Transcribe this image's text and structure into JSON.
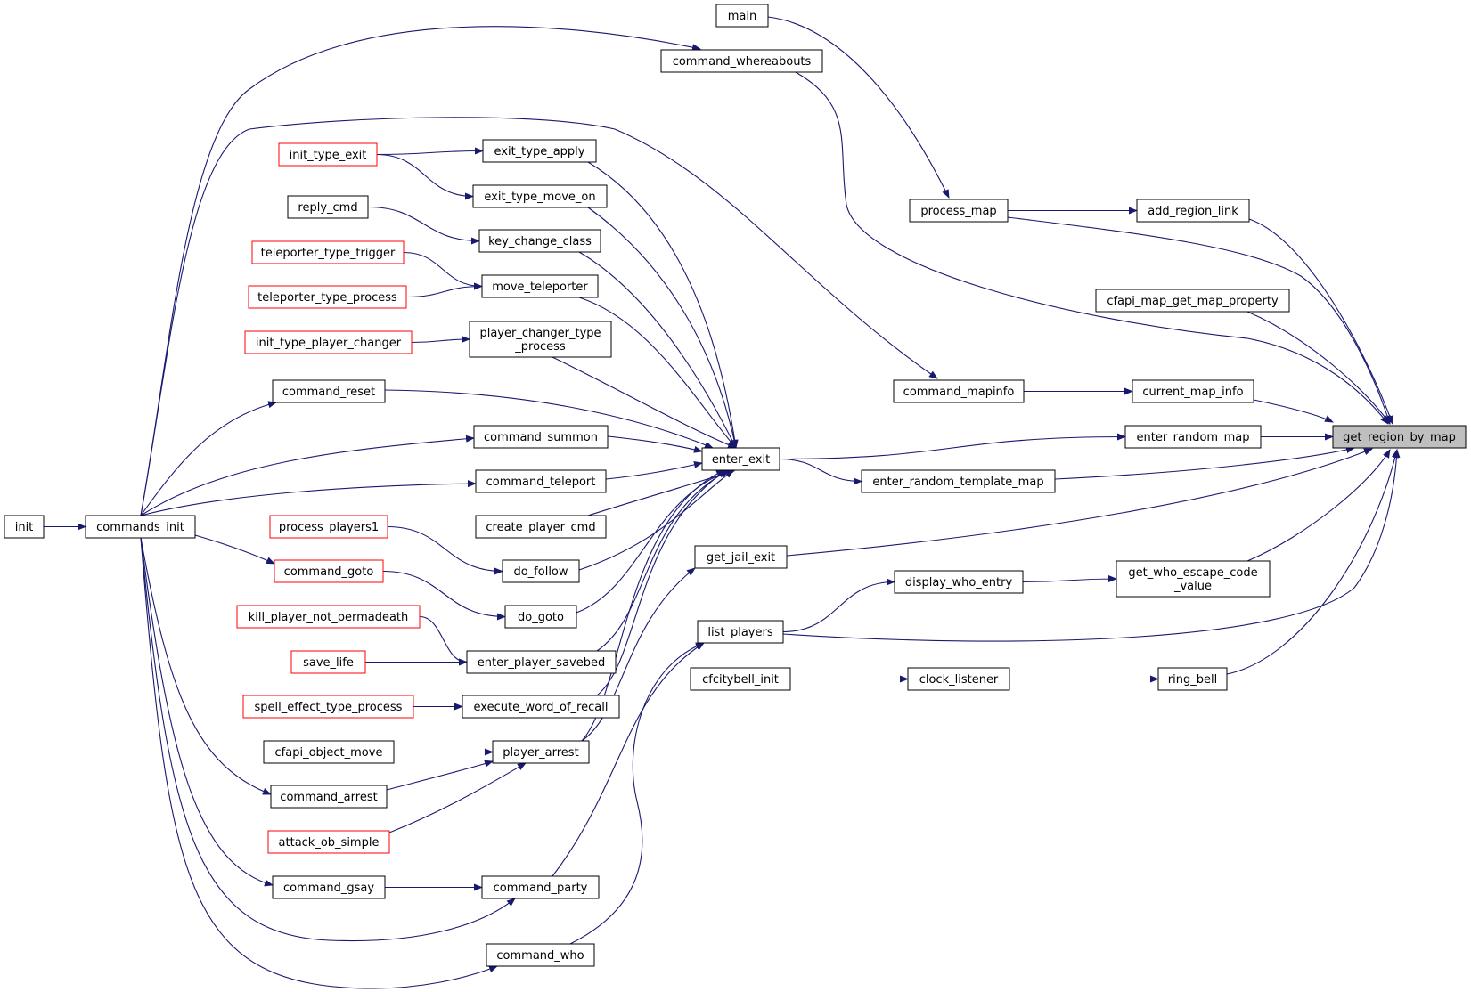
{
  "diagram": {
    "type": "caller-graph",
    "colors": {
      "edge": "#191970",
      "node_border": "#000000",
      "truncated_node_border": "#ff0000",
      "root_fill": "#bfbfbf"
    },
    "nodes": [
      {
        "id": "get_region_by_map",
        "label": "get_region_by_map",
        "style": "root"
      },
      {
        "id": "add_region_link",
        "label": "add_region_link",
        "style": "normal"
      },
      {
        "id": "cfapi_map_get_map_property",
        "label": "cfapi_map_get_map_property",
        "style": "normal"
      },
      {
        "id": "current_map_info",
        "label": "current_map_info",
        "style": "normal"
      },
      {
        "id": "enter_random_map",
        "label": "enter_random_map",
        "style": "normal"
      },
      {
        "id": "get_who_escape_code_value",
        "label": "get_who_escape_code\n_value",
        "style": "normal"
      },
      {
        "id": "ring_bell",
        "label": "ring_bell",
        "style": "normal"
      },
      {
        "id": "main",
        "label": "main",
        "style": "normal"
      },
      {
        "id": "command_whereabouts",
        "label": "command_whereabouts",
        "style": "normal"
      },
      {
        "id": "process_map",
        "label": "process_map",
        "style": "normal"
      },
      {
        "id": "command_mapinfo",
        "label": "command_mapinfo",
        "style": "normal"
      },
      {
        "id": "enter_random_template_map",
        "label": "enter_random_template_map",
        "style": "normal"
      },
      {
        "id": "display_who_entry",
        "label": "display_who_entry",
        "style": "normal"
      },
      {
        "id": "clock_listener",
        "label": "clock_listener",
        "style": "normal"
      },
      {
        "id": "enter_exit",
        "label": "enter_exit",
        "style": "normal"
      },
      {
        "id": "get_jail_exit",
        "label": "get_jail_exit",
        "style": "normal"
      },
      {
        "id": "list_players",
        "label": "list_players",
        "style": "normal"
      },
      {
        "id": "cfcitybell_init",
        "label": "cfcitybell_init",
        "style": "normal"
      },
      {
        "id": "exit_type_apply",
        "label": "exit_type_apply",
        "style": "normal"
      },
      {
        "id": "exit_type_move_on",
        "label": "exit_type_move_on",
        "style": "normal"
      },
      {
        "id": "key_change_class",
        "label": "key_change_class",
        "style": "normal"
      },
      {
        "id": "move_teleporter",
        "label": "move_teleporter",
        "style": "normal"
      },
      {
        "id": "player_changer_type_process",
        "label": "player_changer_type\n_process",
        "style": "normal"
      },
      {
        "id": "command_summon",
        "label": "command_summon",
        "style": "normal"
      },
      {
        "id": "command_teleport",
        "label": "command_teleport",
        "style": "normal"
      },
      {
        "id": "create_player_cmd",
        "label": "create_player_cmd",
        "style": "normal"
      },
      {
        "id": "do_follow",
        "label": "do_follow",
        "style": "normal"
      },
      {
        "id": "do_goto",
        "label": "do_goto",
        "style": "normal"
      },
      {
        "id": "enter_player_savebed",
        "label": "enter_player_savebed",
        "style": "normal"
      },
      {
        "id": "execute_word_of_recall",
        "label": "execute_word_of_recall",
        "style": "normal"
      },
      {
        "id": "player_arrest",
        "label": "player_arrest",
        "style": "normal"
      },
      {
        "id": "command_party",
        "label": "command_party",
        "style": "normal"
      },
      {
        "id": "command_who",
        "label": "command_who",
        "style": "normal"
      },
      {
        "id": "init_type_exit",
        "label": "init_type_exit",
        "style": "truncated"
      },
      {
        "id": "reply_cmd",
        "label": "reply_cmd",
        "style": "normal"
      },
      {
        "id": "teleporter_type_trigger",
        "label": "teleporter_type_trigger",
        "style": "truncated"
      },
      {
        "id": "teleporter_type_process",
        "label": "teleporter_type_process",
        "style": "truncated"
      },
      {
        "id": "init_type_player_changer",
        "label": "init_type_player_changer",
        "style": "truncated"
      },
      {
        "id": "command_reset",
        "label": "command_reset",
        "style": "normal"
      },
      {
        "id": "process_players1",
        "label": "process_players1",
        "style": "truncated"
      },
      {
        "id": "command_goto",
        "label": "command_goto",
        "style": "truncated"
      },
      {
        "id": "kill_player_not_permadeath",
        "label": "kill_player_not_permadeath",
        "style": "truncated"
      },
      {
        "id": "save_life",
        "label": "save_life",
        "style": "truncated"
      },
      {
        "id": "spell_effect_type_process",
        "label": "spell_effect_type_process",
        "style": "truncated"
      },
      {
        "id": "cfapi_object_move",
        "label": "cfapi_object_move",
        "style": "normal"
      },
      {
        "id": "command_arrest",
        "label": "command_arrest",
        "style": "normal"
      },
      {
        "id": "attack_ob_simple",
        "label": "attack_ob_simple",
        "style": "truncated"
      },
      {
        "id": "command_gsay",
        "label": "command_gsay",
        "style": "normal"
      },
      {
        "id": "commands_init",
        "label": "commands_init",
        "style": "normal"
      },
      {
        "id": "init",
        "label": "init",
        "style": "normal"
      }
    ],
    "edges": [
      {
        "from": "add_region_link",
        "to": "get_region_by_map"
      },
      {
        "from": "cfapi_map_get_map_property",
        "to": "get_region_by_map"
      },
      {
        "from": "current_map_info",
        "to": "get_region_by_map"
      },
      {
        "from": "enter_random_map",
        "to": "get_region_by_map"
      },
      {
        "from": "get_who_escape_code_value",
        "to": "get_region_by_map"
      },
      {
        "from": "ring_bell",
        "to": "get_region_by_map"
      },
      {
        "from": "process_map",
        "to": "get_region_by_map"
      },
      {
        "from": "command_whereabouts",
        "to": "get_region_by_map"
      },
      {
        "from": "enter_random_template_map",
        "to": "get_region_by_map"
      },
      {
        "from": "get_jail_exit",
        "to": "get_region_by_map"
      },
      {
        "from": "list_players",
        "to": "get_region_by_map"
      },
      {
        "from": "main",
        "to": "process_map"
      },
      {
        "from": "process_map",
        "to": "add_region_link"
      },
      {
        "from": "command_mapinfo",
        "to": "current_map_info"
      },
      {
        "from": "enter_exit",
        "to": "enter_random_map"
      },
      {
        "from": "enter_exit",
        "to": "enter_random_template_map"
      },
      {
        "from": "display_who_entry",
        "to": "get_who_escape_code_value"
      },
      {
        "from": "clock_listener",
        "to": "ring_bell"
      },
      {
        "from": "cfcitybell_init",
        "to": "clock_listener"
      },
      {
        "from": "list_players",
        "to": "display_who_entry"
      },
      {
        "from": "player_arrest",
        "to": "get_jail_exit"
      },
      {
        "from": "command_party",
        "to": "list_players"
      },
      {
        "from": "command_who",
        "to": "list_players"
      },
      {
        "from": "exit_type_apply",
        "to": "enter_exit"
      },
      {
        "from": "exit_type_move_on",
        "to": "enter_exit"
      },
      {
        "from": "key_change_class",
        "to": "enter_exit"
      },
      {
        "from": "move_teleporter",
        "to": "enter_exit"
      },
      {
        "from": "player_changer_type_process",
        "to": "enter_exit"
      },
      {
        "from": "command_reset",
        "to": "enter_exit"
      },
      {
        "from": "command_summon",
        "to": "enter_exit"
      },
      {
        "from": "command_teleport",
        "to": "enter_exit"
      },
      {
        "from": "create_player_cmd",
        "to": "enter_exit"
      },
      {
        "from": "do_follow",
        "to": "enter_exit"
      },
      {
        "from": "do_goto",
        "to": "enter_exit"
      },
      {
        "from": "enter_player_savebed",
        "to": "enter_exit"
      },
      {
        "from": "execute_word_of_recall",
        "to": "enter_exit"
      },
      {
        "from": "player_arrest",
        "to": "enter_exit"
      },
      {
        "from": "init_type_exit",
        "to": "exit_type_apply"
      },
      {
        "from": "init_type_exit",
        "to": "exit_type_move_on"
      },
      {
        "from": "reply_cmd",
        "to": "key_change_class"
      },
      {
        "from": "teleporter_type_trigger",
        "to": "move_teleporter"
      },
      {
        "from": "teleporter_type_process",
        "to": "move_teleporter"
      },
      {
        "from": "init_type_player_changer",
        "to": "player_changer_type_process"
      },
      {
        "from": "process_players1",
        "to": "do_follow"
      },
      {
        "from": "command_goto",
        "to": "do_goto"
      },
      {
        "from": "kill_player_not_permadeath",
        "to": "enter_player_savebed"
      },
      {
        "from": "save_life",
        "to": "enter_player_savebed"
      },
      {
        "from": "spell_effect_type_process",
        "to": "execute_word_of_recall"
      },
      {
        "from": "cfapi_object_move",
        "to": "player_arrest"
      },
      {
        "from": "command_arrest",
        "to": "player_arrest"
      },
      {
        "from": "attack_ob_simple",
        "to": "player_arrest"
      },
      {
        "from": "command_gsay",
        "to": "command_party"
      },
      {
        "from": "commands_init",
        "to": "command_whereabouts"
      },
      {
        "from": "commands_init",
        "to": "command_mapinfo"
      },
      {
        "from": "commands_init",
        "to": "command_reset"
      },
      {
        "from": "commands_init",
        "to": "command_summon"
      },
      {
        "from": "commands_init",
        "to": "command_teleport"
      },
      {
        "from": "commands_init",
        "to": "command_goto"
      },
      {
        "from": "commands_init",
        "to": "command_arrest"
      },
      {
        "from": "commands_init",
        "to": "command_gsay"
      },
      {
        "from": "commands_init",
        "to": "command_party"
      },
      {
        "from": "commands_init",
        "to": "command_who"
      },
      {
        "from": "init",
        "to": "commands_init"
      }
    ]
  }
}
